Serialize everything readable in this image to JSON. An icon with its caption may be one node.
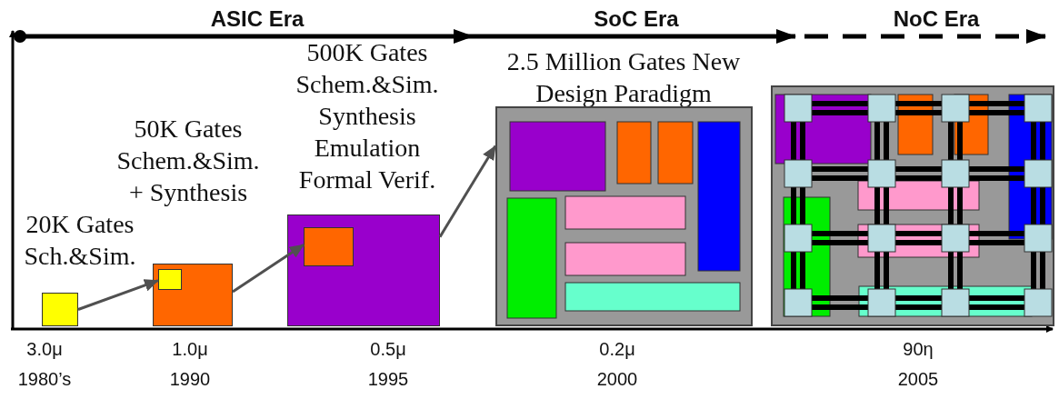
{
  "diagram": {
    "nodes": [
      {
        "text": [],
        "shape": "box",
        "beside": [
          "20K Gates Sch.&Sim."
        ]
      },
      {
        "text": [],
        "shape": "box",
        "beside": [
          "50K Gates Schem.&Sim. + Synthesis"
        ]
      },
      {
        "text": [],
        "shape": "box",
        "in": 1
      },
      {
        "text": [],
        "shape": "box",
        "beside": [
          "500K Gates Schem.&Sim. Synthesis Emulation Formal Verif."
        ]
      },
      {
        "text": [],
        "shape": "box",
        "in": 3
      },
      {
        "text": [],
        "shape": "box",
        "beside": [
          "2.5 Million Gates New Design Paradigm"
        ]
      },
      {
        "text": [],
        "shape": "box"
      }
    ],
    "edges": [
      {
        "from": 0,
        "to": 2,
        "arrow": "to"
      },
      {
        "from": 1,
        "to": 4,
        "arrow": "to"
      },
      {
        "from": 3,
        "to": 5,
        "arrow": "to"
      }
    ],
    "labels": [
      "ASIC Era",
      "SoC Era",
      "NoC Era",
      "3.0μ",
      "1.0μ",
      "0.5μ",
      "0.2μ",
      "90η",
      "1980’s",
      "1990",
      "1995",
      "2000",
      "2005"
    ]
  }
}
